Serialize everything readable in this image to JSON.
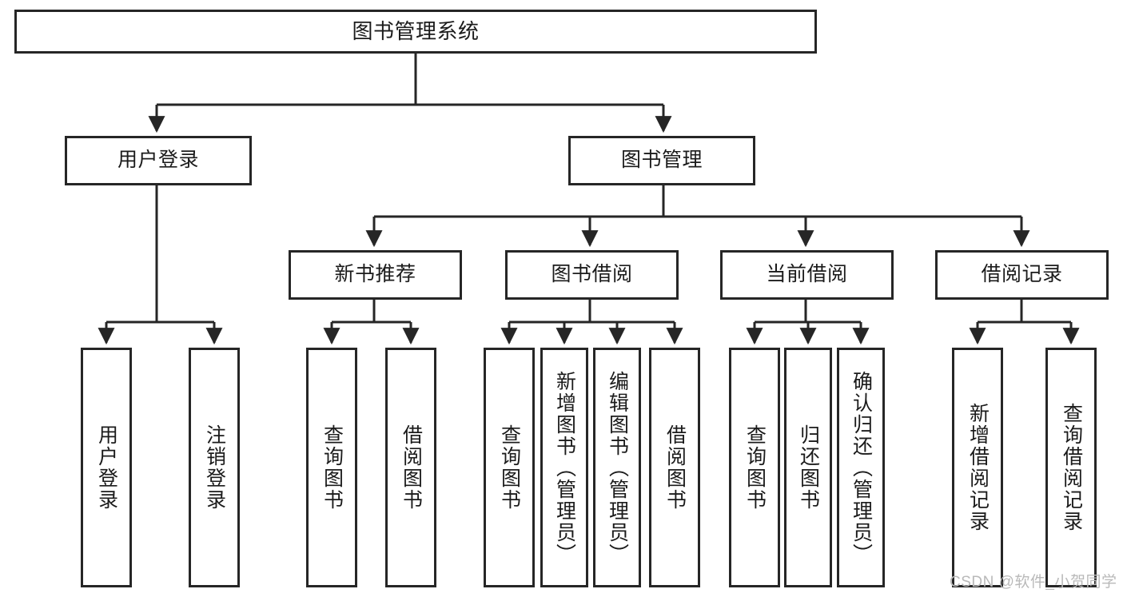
{
  "diagram": {
    "title": "图书管理系统",
    "watermark": "CSDN @软件_小贺同学",
    "colors": {
      "box_border": "#262626",
      "box_fill": "#ffffff",
      "connector": "#262626",
      "text": "#1b1b1b",
      "watermark": "#b9b9b9",
      "background": "#ffffff"
    },
    "root": {
      "label": "图书管理系统"
    },
    "level2": [
      {
        "label": "用户登录"
      },
      {
        "label": "图书管理"
      }
    ],
    "level3": [
      {
        "label": "新书推荐"
      },
      {
        "label": "图书借阅"
      },
      {
        "label": "当前借阅"
      },
      {
        "label": "借阅记录"
      }
    ],
    "leaves": {
      "user_login": [
        {
          "label": "用户登录"
        },
        {
          "label": "注销登录"
        }
      ],
      "new_book_recommend": [
        {
          "label": "查询图书"
        },
        {
          "label": "借阅图书"
        }
      ],
      "book_borrow": [
        {
          "label": "查询图书"
        },
        {
          "label": "新增图书（管理员）"
        },
        {
          "label": "编辑图书（管理员）"
        },
        {
          "label": "借阅图书"
        }
      ],
      "current_borrow": [
        {
          "label": "查询图书"
        },
        {
          "label": "归还图书"
        },
        {
          "label": "确认归还（管理员）"
        }
      ],
      "borrow_record": [
        {
          "label": "新增借阅记录"
        },
        {
          "label": "查询借阅记录"
        }
      ]
    }
  }
}
